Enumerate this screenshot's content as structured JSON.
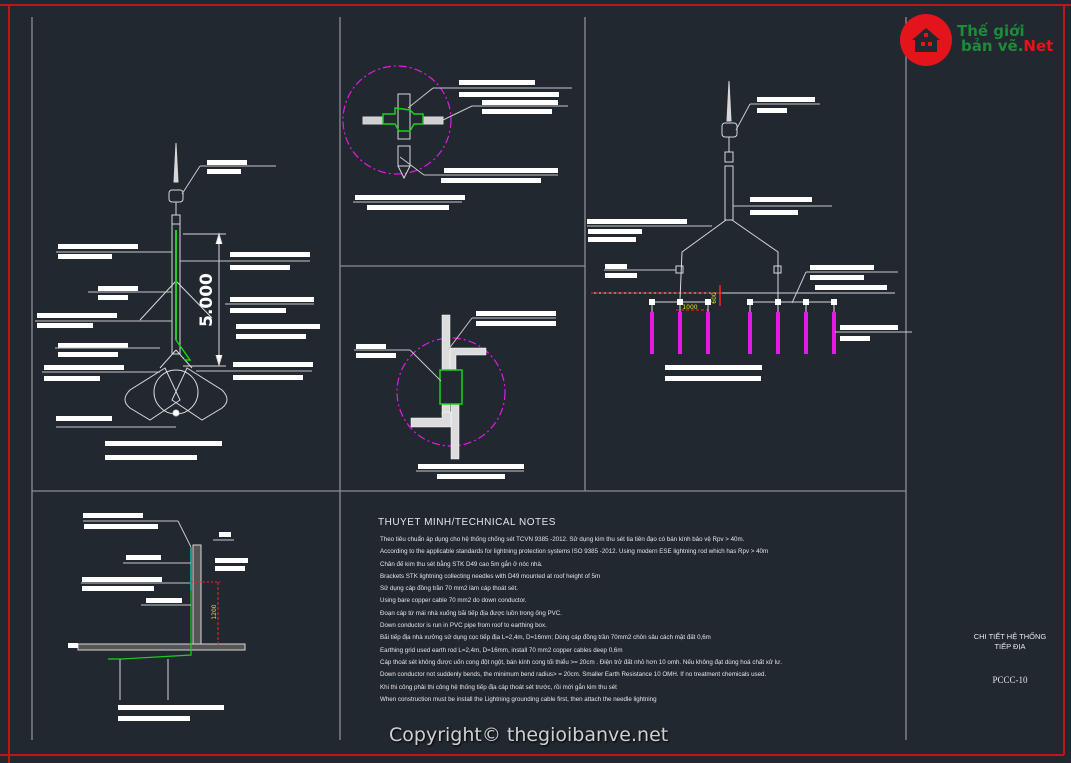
{
  "drawing": {
    "type": "cad-sheet",
    "colors": {
      "background": "#212830",
      "frame": "#c0141a",
      "line": "#c8c8c8",
      "green": "#19d219",
      "magenta": "#e619e6",
      "red": "#ff2020",
      "yellow": "#e6e619",
      "label_block": "#ffffff"
    },
    "detail_1": {
      "name": "lightning-rod-mast-detail",
      "dimension": "5.000"
    },
    "detail_2": {
      "name": "earth-rod-clamp-detail"
    },
    "detail_3": {
      "name": "cable-joint-detail"
    },
    "detail_4": {
      "name": "earthing-grid-detail",
      "dimension": "1000",
      "dimension_vertical": "600",
      "rod_count": 7
    },
    "detail_5": {
      "name": "down-conductor-detail",
      "dimension": "1200"
    }
  },
  "notes": {
    "title": "THUYET MINH/TECHNICAL NOTES",
    "lines": [
      "Theo tiêu chuẩn áp dụng cho hệ thống chống sét TCVN 9385 -2012. Sử dụng kim thu sét tia tiên đạo có bán kính bảo vệ Rpv > 40m.",
      " According to the applicable standards for lightning protection systems ISO 9385 -2012. Using modern ESE lightning rod which has Rpv > 40m",
      "Chân đế kim thu sét bằng STK D49 cao 5m gắn ở nóc nhà.",
      "Brackets STK lightning collecting needles with D49 mounted at roof height of 5m",
      "Sử dụng cáp đồng trần 70 mm2 làm cáp thoát sét.",
      "Using bare copper cable 70 mm2 do down conductor.",
      "Đoạn cáp từ mái nhà xuống bãi tiếp địa được luồn trong ống PVC.",
      "Down conductor is run in PVC pipe from roof to earthing box.",
      "Bãi tiếp địa nhà xưởng sử dụng cọc tiếp địa L=2,4m, D=16mm; Dùng cáp đồng trần 70mm2 chôn sâu cách mặt đất 0,6m",
      "Earthing grid used earth rod L=2,4m, D=16mm, install 70 mm2 copper cables deep 0,6m",
      "Cáp thoát sét không được uốn cong đột ngột, bán kính cong tối thiểu >= 20cm . Điện trở đất nhỏ hơn 10 omh. Nếu không đạt dùng hoá chất xử lư.",
      "Down conductor  not suddenly bends, the minimum bend radius> = 20cm. Smaller Earth Resistance 10 OMH. If no treatment chemicals used.",
      "Khi thi công phải thi công hệ thống tiếp địa cáp thoát sét trước, rồi mới gắn kim thu sét",
      "When construction must be install the Lightning grounding cable first, then attach the needle lightning"
    ]
  },
  "title_block": {
    "title_line1": "CHI TIẾT HỆ THỐNG",
    "title_line2": "TIẾP ĐỊA",
    "sheet_number": "PCCC-10"
  },
  "logo": {
    "line1": "Thế giới",
    "line2_main": "bản vẽ.",
    "line2_accent": "Net",
    "icon": "house-icon"
  },
  "watermark": "Copyright© thegioibanve.net"
}
